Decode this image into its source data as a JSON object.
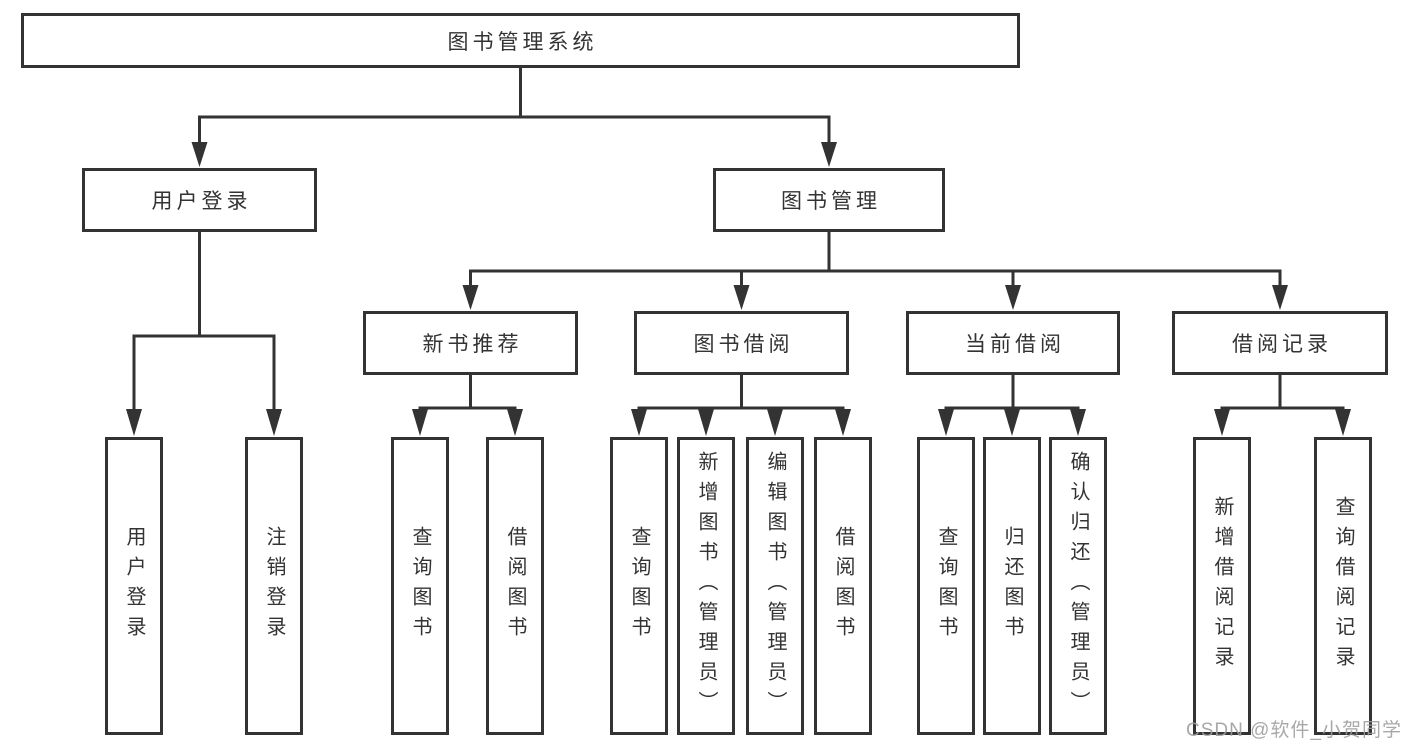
{
  "diagram_title": "图书管理系统",
  "colors": {
    "line": "#333333",
    "box_border": "#333333",
    "text": "#333333",
    "background": "#ffffff",
    "watermark": "#9e9e9e"
  },
  "tree": {
    "root": {
      "label": "图书管理系统"
    },
    "branches": [
      {
        "label": "用户登录",
        "children": [
          {
            "label": "用户登录"
          },
          {
            "label": "注销登录"
          }
        ]
      },
      {
        "label": "图书管理",
        "children": [
          {
            "label": "新书推荐",
            "children": [
              {
                "label": "查询图书"
              },
              {
                "label": "借阅图书"
              }
            ]
          },
          {
            "label": "图书借阅",
            "children": [
              {
                "label": "查询图书"
              },
              {
                "label": "新增图书（管理员）"
              },
              {
                "label": "编辑图书（管理员）"
              },
              {
                "label": "借阅图书"
              }
            ]
          },
          {
            "label": "当前借阅",
            "children": [
              {
                "label": "查询图书"
              },
              {
                "label": "归还图书"
              },
              {
                "label": "确认归还（管理员）"
              }
            ]
          },
          {
            "label": "借阅记录",
            "children": [
              {
                "label": "新增借阅记录"
              },
              {
                "label": "查询借阅记录"
              }
            ]
          }
        ]
      }
    ]
  },
  "watermark": {
    "text": "CSDN @软件_小贺同学"
  }
}
